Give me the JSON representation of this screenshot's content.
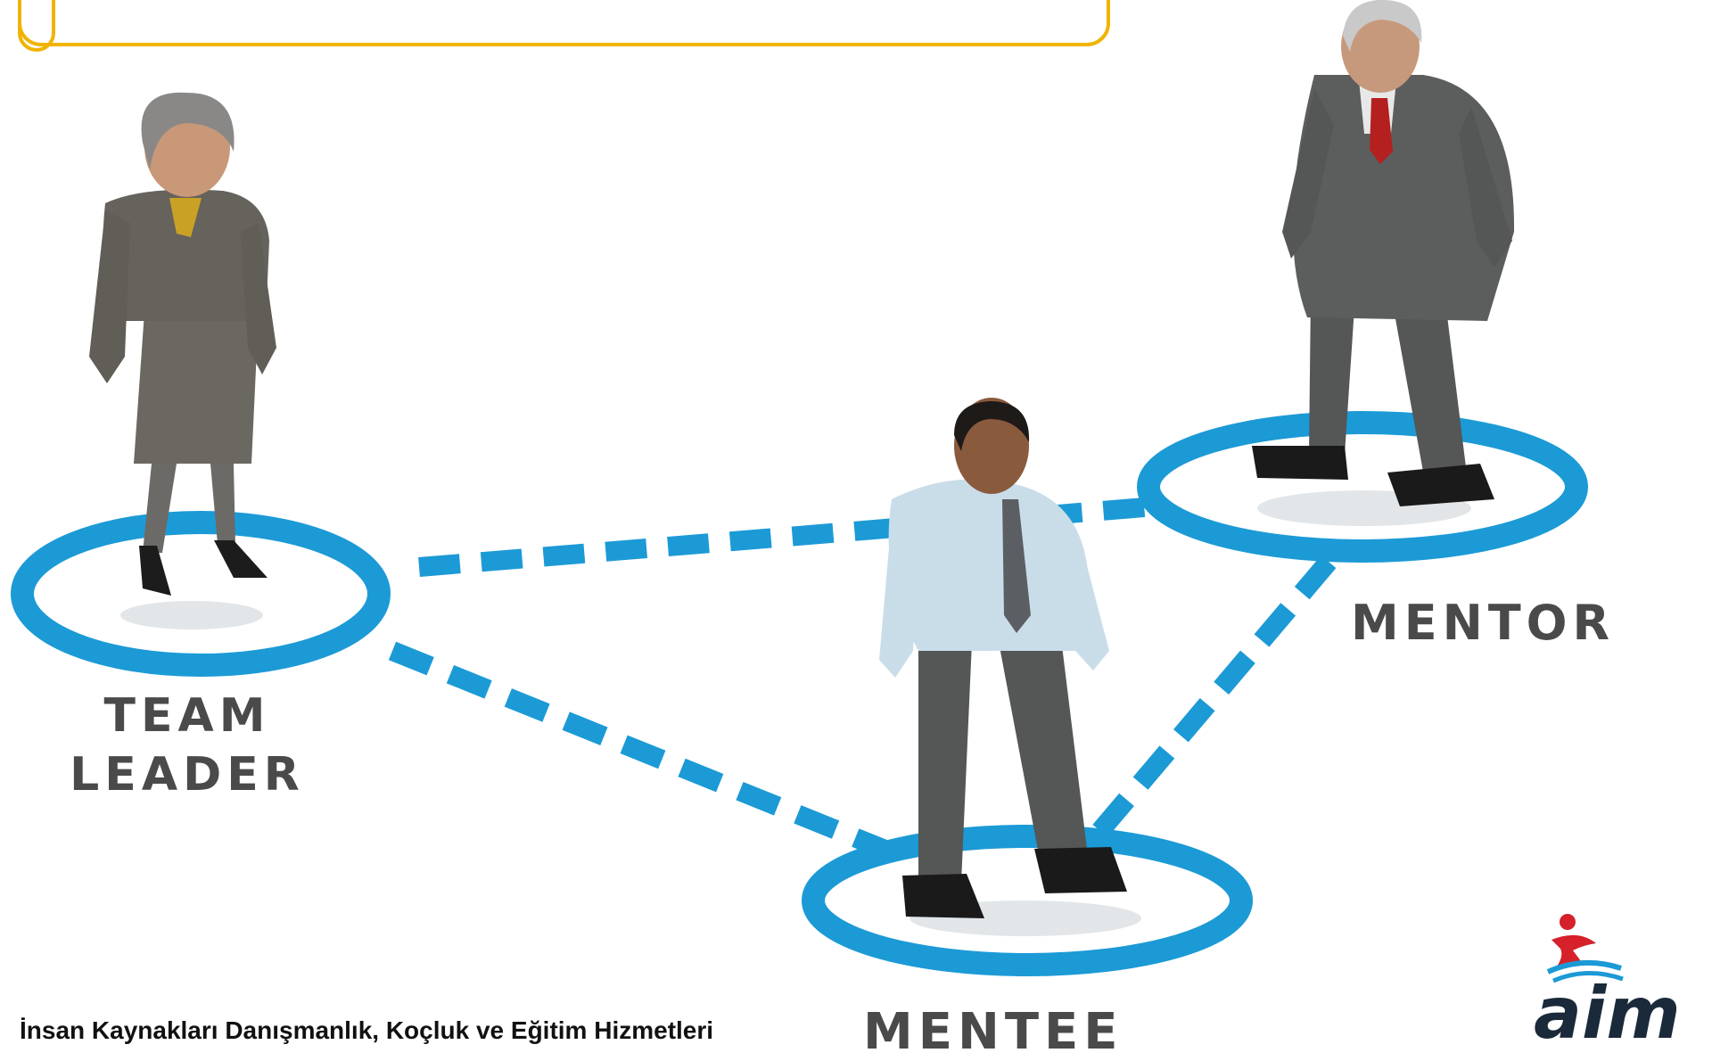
{
  "roles": {
    "team_leader": {
      "line1": "TEAM",
      "line2": "LEADER"
    },
    "mentor": "MENTOR",
    "mentee": "MENTEE"
  },
  "footer": {
    "text": "İnsan Kaynakları Danışmanlık, Koçluk ve Eğitim Hizmetleri"
  },
  "logo": {
    "text": "aim"
  },
  "colors": {
    "ring": "#1c9ad6",
    "frame": "#f0b400",
    "label": "#4a4a4a",
    "logo_text": "#1b2a3a",
    "logo_figure": "#d6202a"
  }
}
